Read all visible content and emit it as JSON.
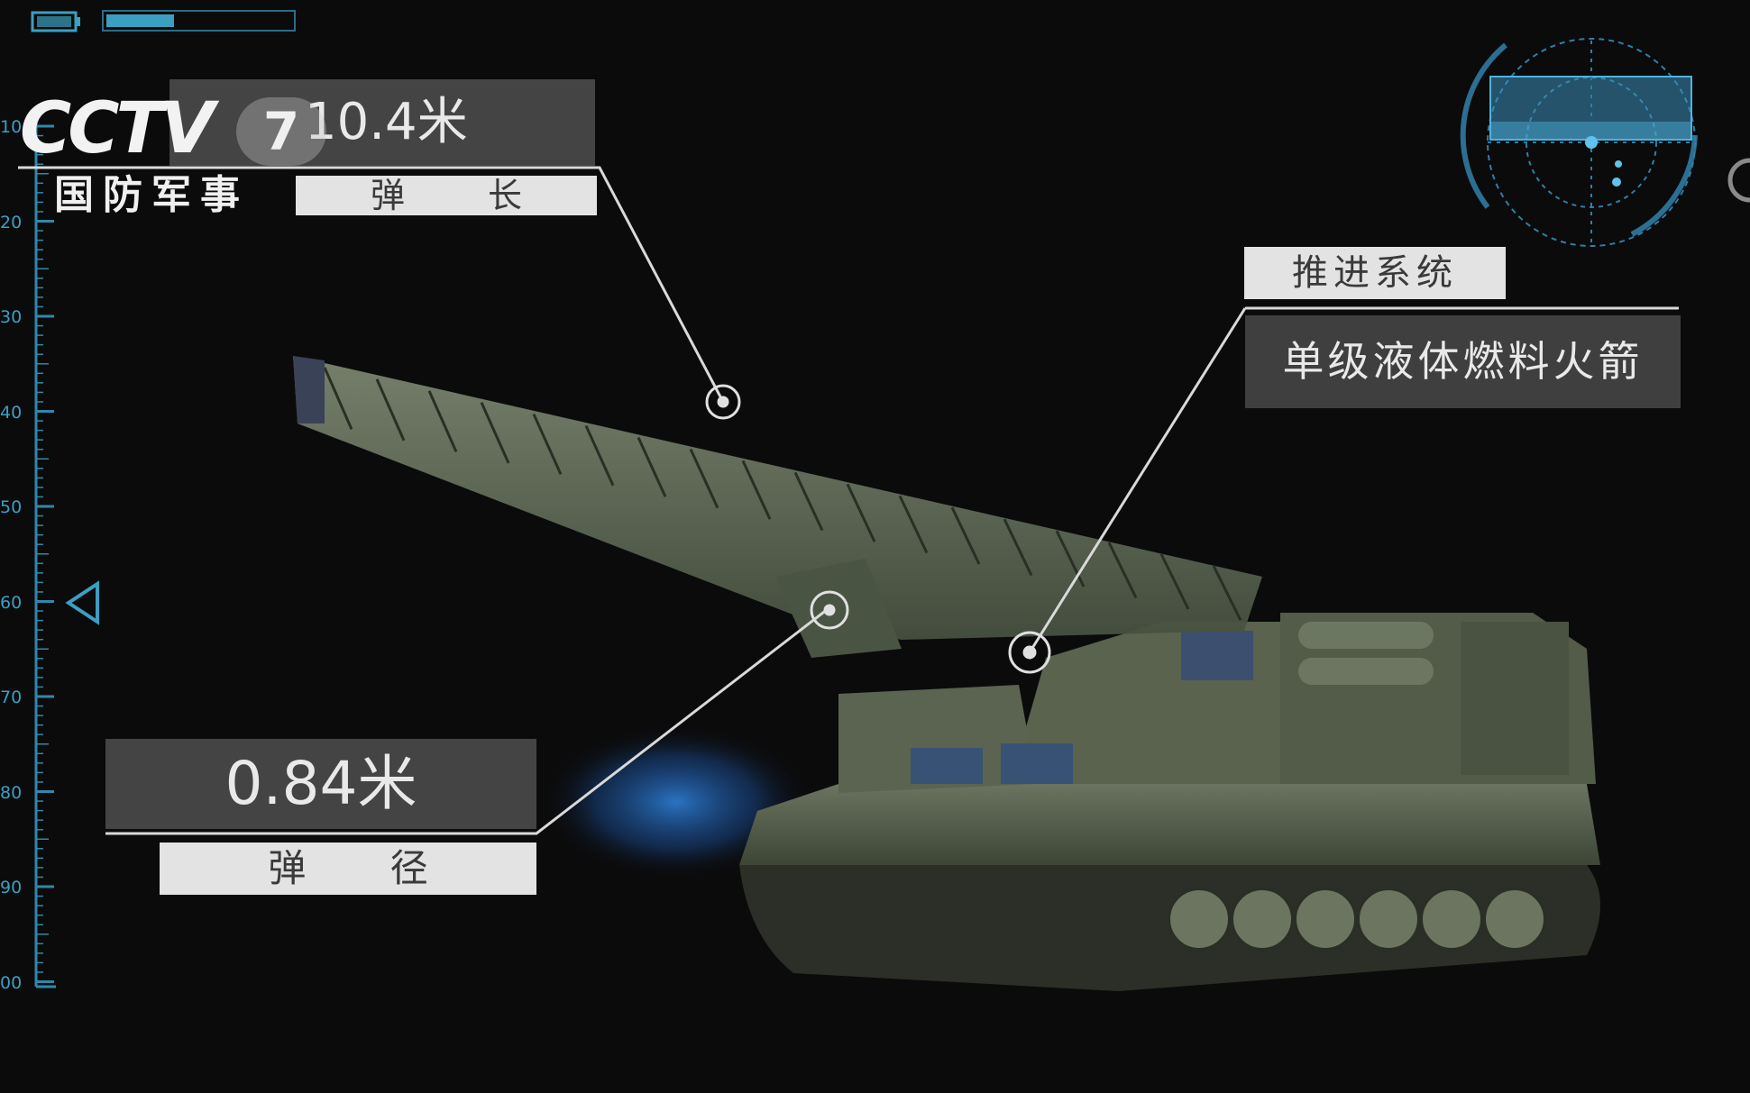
{
  "broadcast": {
    "channel_logo_text": "CCTV",
    "channel_number": "7",
    "channel_subtitle": "国防军事"
  },
  "specs": {
    "length": {
      "value": "10.4米",
      "caption": "弹 长"
    },
    "diameter": {
      "value": "0.84米",
      "caption": "弹 径"
    },
    "propulsion": {
      "caption": "推进系统",
      "value": "单级液体燃料火箭"
    }
  },
  "ruler": {
    "labels": [
      "10",
      "20",
      "30",
      "40",
      "50",
      "60",
      "70",
      "80",
      "90",
      "00"
    ],
    "pointer_at": "60"
  },
  "colors": {
    "background": "#0b0b0c",
    "hud_accent": "#3b9fc1",
    "label_dark": "#444444",
    "label_light": "#e3e3e3",
    "vehicle_green": "#4f5a46"
  },
  "icons": {
    "battery": "battery-icon",
    "radar": "radar-icon",
    "pointer": "triangle-pointer-icon",
    "callout_marker": "target-ring-icon"
  }
}
